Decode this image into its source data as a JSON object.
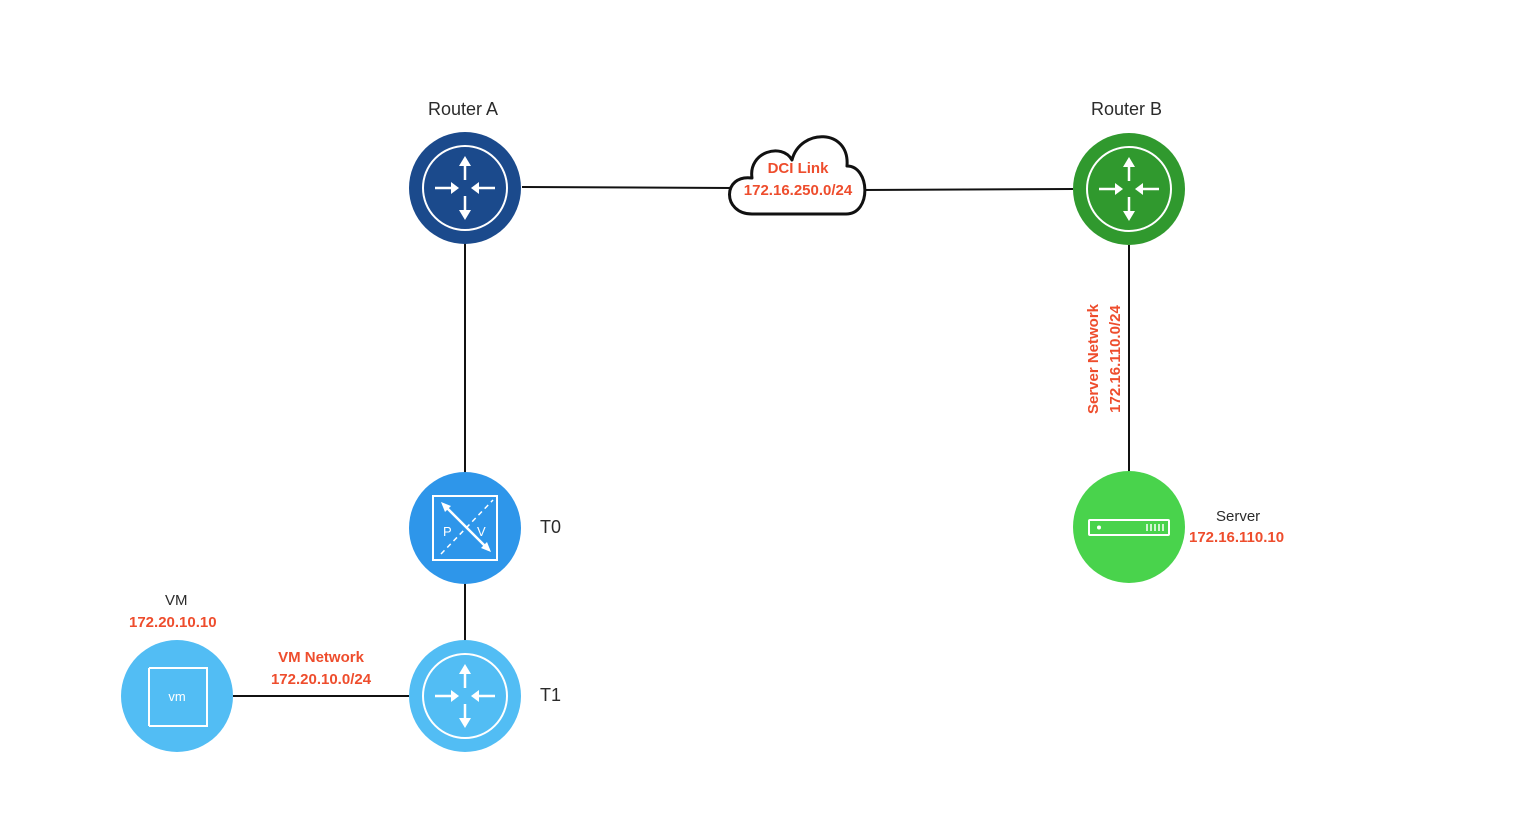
{
  "nodes": {
    "router_a": {
      "label": "Router A",
      "color": "#1b4a8c"
    },
    "router_b": {
      "label": "Router B",
      "color": "#30992e"
    },
    "t0": {
      "label": "T0",
      "color": "#2e96ea",
      "icon_letters": [
        "P",
        "V"
      ]
    },
    "t1": {
      "label": "T1",
      "color": "#52bdf4"
    },
    "vm": {
      "label": "VM",
      "ip": "172.20.10.10",
      "color": "#52bdf4",
      "icon_text": "vm"
    },
    "server": {
      "label": "Server",
      "ip": "172.16.110.10",
      "color": "#49d34c"
    }
  },
  "links": {
    "dci": {
      "name": "DCI Link",
      "subnet": "172.16.250.0/24"
    },
    "server_network": {
      "name": "Server Network",
      "subnet": "172.16.110.0/24"
    },
    "vm_network": {
      "name": "VM Network",
      "subnet": "172.20.10.0/24"
    }
  },
  "colors": {
    "accent_text": "#ee4d2d",
    "line": "#111111"
  }
}
